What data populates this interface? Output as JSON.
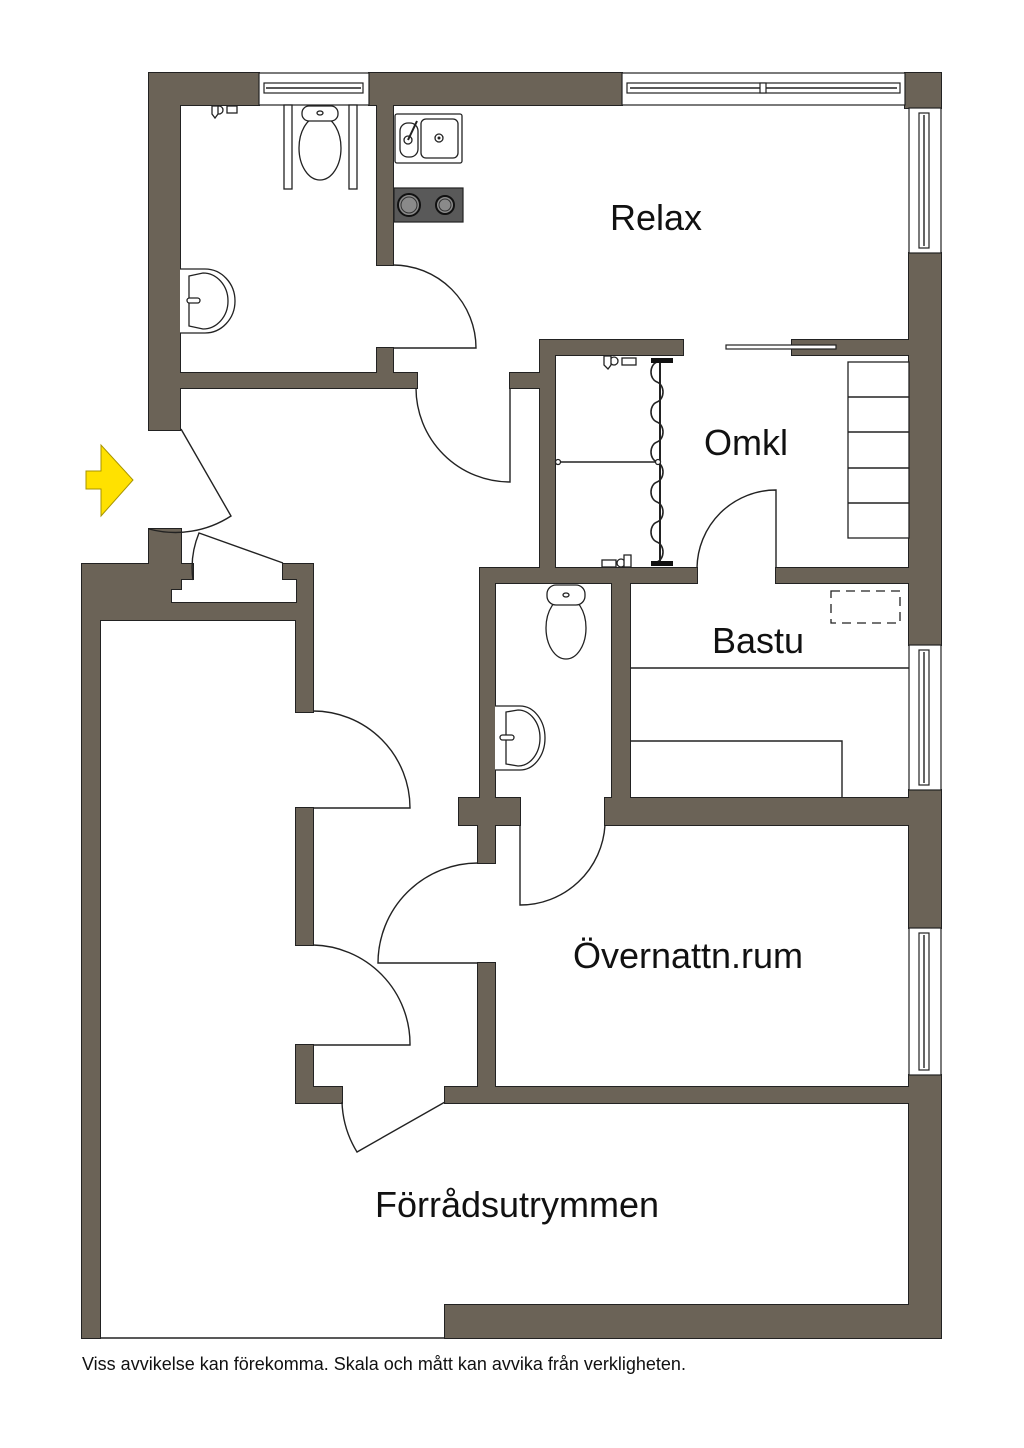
{
  "floorplan": {
    "rooms": {
      "relax": "Relax",
      "omkl": "Omkl",
      "bastu": "Bastu",
      "overnattning": "Övernattn.rum",
      "forrad": "Förrådsutrymmen"
    },
    "entrance_marker": "entrance-arrow-icon",
    "fixtures": [
      "toilet-icon",
      "washbasin-icon",
      "kitchen-sink-icon",
      "stove-icon",
      "shower-curtain-icon",
      "shower-tap-icon",
      "bench-icon",
      "sauna-heater-icon"
    ]
  },
  "footer": {
    "disclaimer": "Viss avvikelse kan förekomma. Skala och mått kan avvika från verkligheten."
  },
  "colors": {
    "wall": "#6b6357",
    "entrance_arrow": "#ffe100",
    "line": "#222222"
  }
}
